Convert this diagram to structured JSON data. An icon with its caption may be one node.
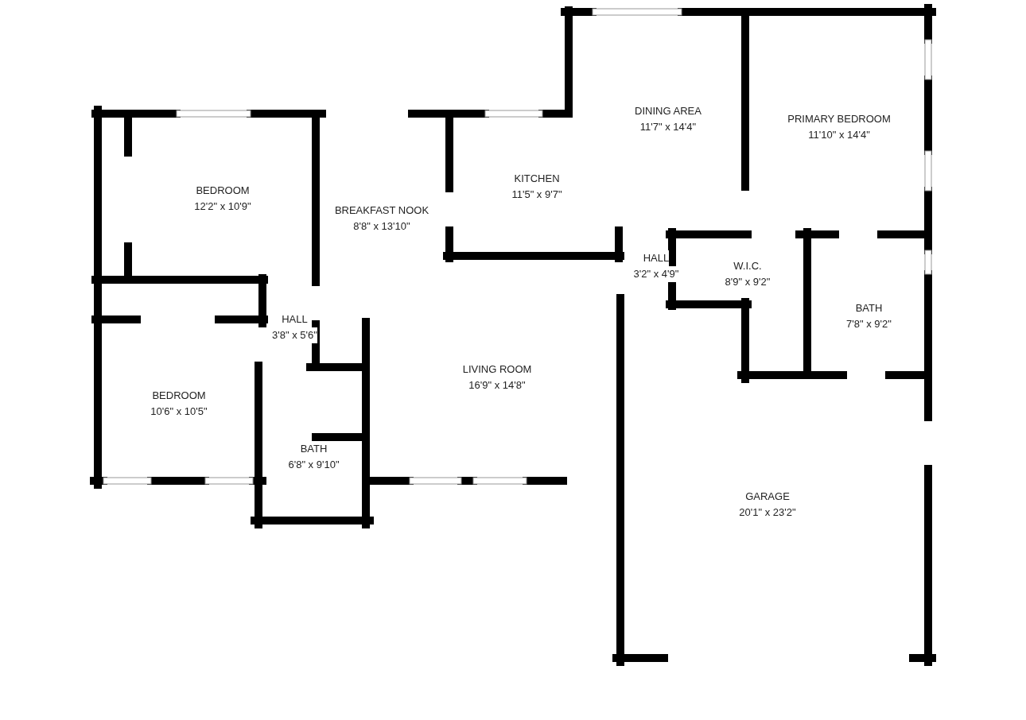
{
  "diagram": {
    "nodes": [
      {
        "text": [
          "BEDROOM",
          "12'2\" x 10'9\""
        ]
      },
      {
        "text": [
          "BREAKFAST NOOK",
          "8'8\" x 13'10\""
        ]
      },
      {
        "text": [
          "KITCHEN",
          "11'5\" x 9'7\""
        ]
      },
      {
        "text": [
          "DINING AREA",
          "11'7\" x 14'4\""
        ]
      },
      {
        "text": [
          "PRIMARY BEDROOM",
          "11'10\" x 14'4\""
        ]
      },
      {
        "text": [
          "HALL",
          "3'2\" x 4'9\""
        ]
      },
      {
        "text": [
          "W.I.C.",
          "8'9\" x 9'2\""
        ]
      },
      {
        "text": [
          "BATH",
          "7'8\" x 9'2\""
        ]
      },
      {
        "text": [
          "HALL",
          "3'8\" x 5'6\""
        ]
      },
      {
        "text": [
          "BEDROOM",
          "10'6\" x 10'5\""
        ]
      },
      {
        "text": [
          "LIVING ROOM",
          "16'9\" x 14'8\""
        ]
      },
      {
        "text": [
          "BATH",
          "6'8\" x 9'10\""
        ]
      },
      {
        "text": [
          "GARAGE",
          "20'1\" x 23'2\""
        ]
      }
    ]
  }
}
